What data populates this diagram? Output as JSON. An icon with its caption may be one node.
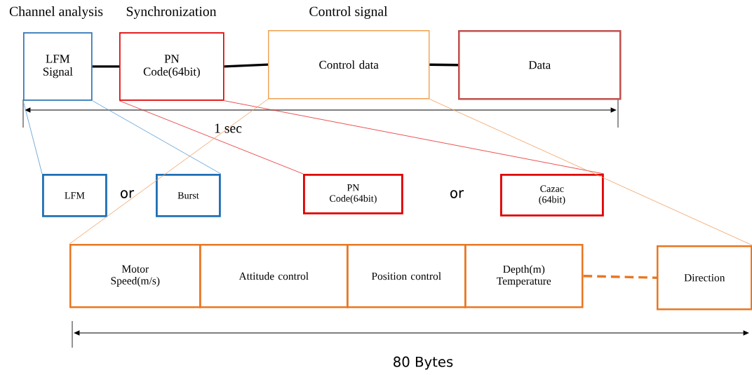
{
  "diagram": {
    "nodes": [
      {
        "text": [
          "LFM Signal"
        ],
        "beside": [
          "Channel analysis"
        ]
      },
      {
        "text": [
          "PN Code(64bit)"
        ],
        "beside": [
          "Synchronization"
        ]
      },
      {
        "text": [
          "Control data"
        ],
        "beside": [
          "Control signal"
        ]
      },
      {
        "text": [
          "Data"
        ]
      },
      {
        "text": [
          "LFM"
        ]
      },
      {
        "text": [
          "Burst"
        ]
      },
      {
        "text": [
          "PN Code(64bit)"
        ]
      },
      {
        "text": [
          "Cazac (64bit)"
        ]
      },
      {
        "text": [
          "Motor Speed(m/s)"
        ]
      },
      {
        "text": [
          "Attitude control"
        ]
      },
      {
        "text": [
          "Position control"
        ]
      },
      {
        "text": [
          "Depth(m) Temperature"
        ]
      },
      {
        "text": [
          "Direction"
        ]
      }
    ],
    "edges": [
      {
        "from": 0,
        "to": 1,
        "arrow": "none",
        "style": "thick"
      },
      {
        "from": 1,
        "to": 2,
        "arrow": "none",
        "style": "thick"
      },
      {
        "from": 2,
        "to": 3,
        "arrow": "none",
        "style": "thick"
      },
      {
        "from": 0,
        "to": 4,
        "arrow": "none",
        "color": "#5b9bd5"
      },
      {
        "from": 0,
        "to": 5,
        "arrow": "none",
        "color": "#5b9bd5"
      },
      {
        "from": 1,
        "to": 6,
        "arrow": "none",
        "color": "#e83030"
      },
      {
        "from": 1,
        "to": 7,
        "arrow": "none",
        "color": "#e83030"
      },
      {
        "from": 2,
        "to": 8,
        "arrow": "none",
        "color": "#f0a060"
      },
      {
        "from": 2,
        "to": 12,
        "arrow": "none",
        "color": "#f0a060"
      },
      {
        "from": 11,
        "to": 12,
        "arrow": "none",
        "style": "dashed",
        "color": "#e87722"
      }
    ],
    "labels": [
      "1 sec",
      "or",
      "or",
      "80 Bytes"
    ]
  }
}
